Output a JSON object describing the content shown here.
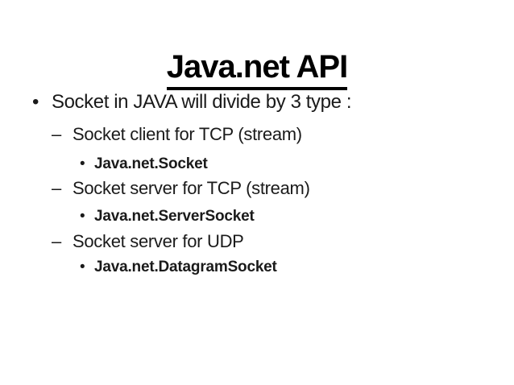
{
  "slide": {
    "title": "Java.net API",
    "bullets": [
      {
        "level": 1,
        "marker": "•",
        "text": "Socket in JAVA will divide by 3 type :",
        "bold": false
      },
      {
        "level": 2,
        "marker": "–",
        "text": "Socket client for TCP (stream)",
        "bold": false
      },
      {
        "level": 3,
        "marker": "•",
        "text": "Java.net.Socket",
        "bold": true
      },
      {
        "level": 2,
        "marker": "–",
        "text": "Socket server for TCP (stream)",
        "bold": false
      },
      {
        "level": 3,
        "marker": "•",
        "text": "Java.net.ServerSocket",
        "bold": true
      },
      {
        "level": 2,
        "marker": "–",
        "text": "Socket server for UDP",
        "bold": false
      },
      {
        "level": 3,
        "marker": "•",
        "text": "Java.net.DatagramSocket",
        "bold": true
      }
    ],
    "colors": {
      "background": "#ffffff",
      "text": "#1a1a1a",
      "title": "#000000"
    }
  }
}
